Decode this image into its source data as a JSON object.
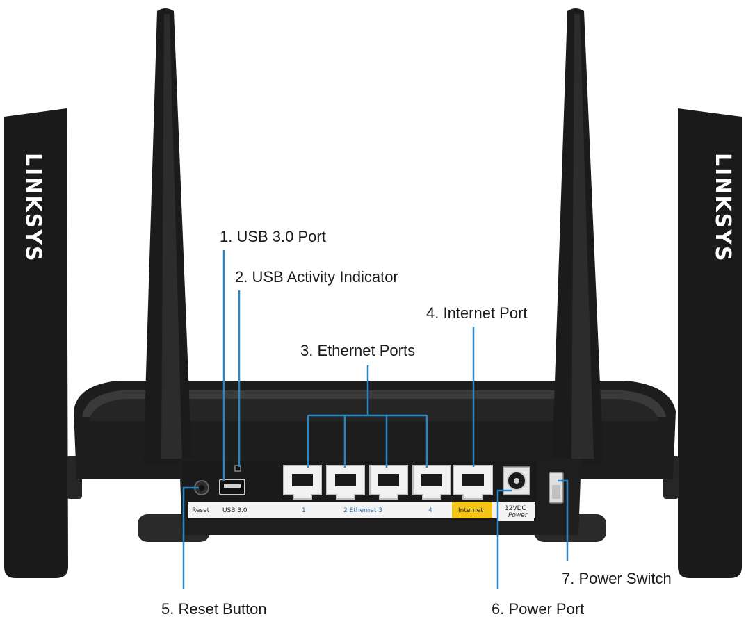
{
  "brand": {
    "logo_left": "LINKSYS",
    "logo_right": "LINKSYS"
  },
  "callouts": [
    {
      "id": "usb-port",
      "label": "1. USB 3.0 Port"
    },
    {
      "id": "usb-activity",
      "label": "2. USB Activity Indicator"
    },
    {
      "id": "ethernet-ports",
      "label": "3. Ethernet Ports"
    },
    {
      "id": "internet-port",
      "label": "4. Internet Port"
    },
    {
      "id": "reset-button",
      "label": "5. Reset Button"
    },
    {
      "id": "power-port",
      "label": "6. Power Port"
    },
    {
      "id": "power-switch",
      "label": "7. Power Switch"
    }
  ],
  "panel_labels": {
    "reset": "Reset",
    "usb": "USB 3.0",
    "eth1": "1",
    "eth23": "2  Ethernet  3",
    "eth4": "4",
    "internet": "Internet",
    "power_voltage": "12VDC",
    "power_word": "Power"
  },
  "colors": {
    "leader_line": "#2b86c4",
    "internet_label_bg": "#f5c518",
    "body_dark": "#1c1c1c"
  }
}
